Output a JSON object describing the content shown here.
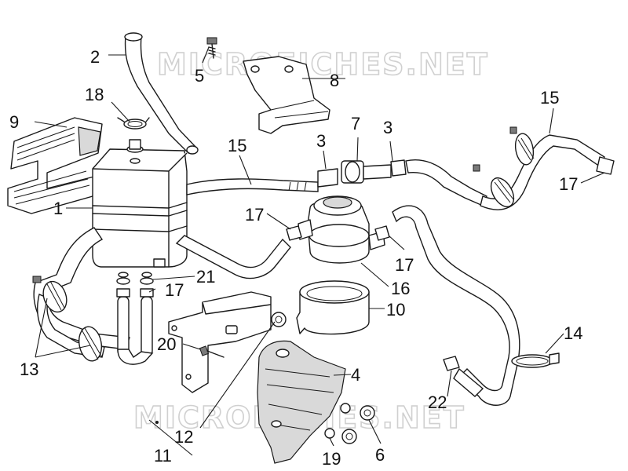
{
  "watermark": {
    "top": "MICROFICHES.NET",
    "bottom": "MICROFICHES.NET"
  },
  "callouts": {
    "c1": "1",
    "c2": "2",
    "c3a": "3",
    "c3b": "3",
    "c4": "4",
    "c5": "5",
    "c6": "6",
    "c7": "7",
    "c8": "8",
    "c9": "9",
    "c10": "10",
    "c11": "11",
    "c12": "12",
    "c13": "13",
    "c14": "14",
    "c15a": "15",
    "c15b": "15",
    "c16": "16",
    "c17a": "17",
    "c17b": "17",
    "c17c": "17",
    "c17d": "17",
    "c18": "18",
    "c19": "19",
    "c20": "20",
    "c21": "21",
    "c22": "22"
  }
}
